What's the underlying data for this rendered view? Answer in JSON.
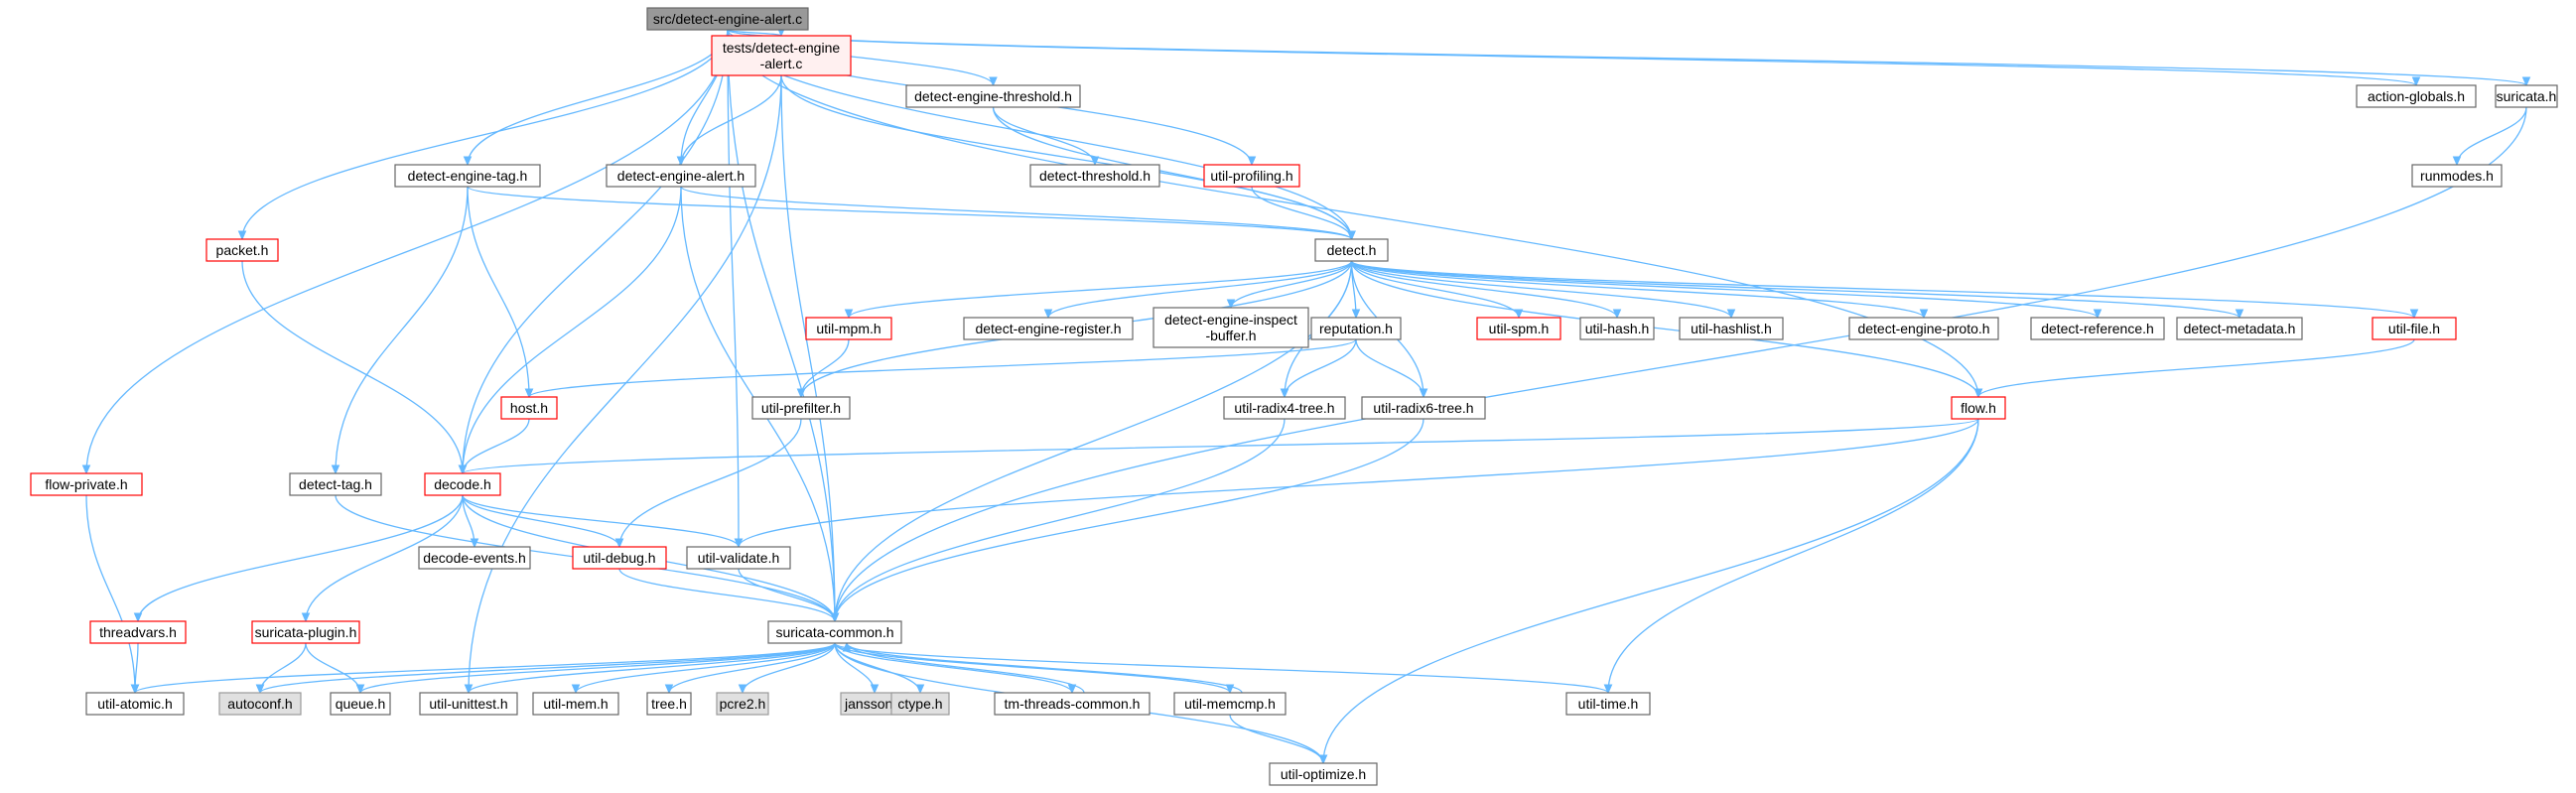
{
  "colors": {
    "edge": "#63b8ff",
    "root_fill": "#999999",
    "root_border": "#666666",
    "normal_fill": "#ffffff",
    "normal_border": "#666666",
    "red_border": "#ff0000",
    "red_fill": "#fff0f0",
    "external_fill": "#e0e0e0",
    "external_border": "#999999"
  },
  "graph": {
    "nodes": [
      {
        "id": "root",
        "lines": [
          "src/detect-engine-alert.c"
        ],
        "style": "root"
      },
      {
        "id": "tests_alert",
        "lines": [
          "tests/detect-engine",
          "-alert.c"
        ],
        "style": "red-fill"
      },
      {
        "id": "threshold_h",
        "lines": [
          "detect-engine-threshold.h"
        ],
        "style": "normal"
      },
      {
        "id": "action_globals",
        "lines": [
          "action-globals.h"
        ],
        "style": "normal"
      },
      {
        "id": "suricata_h",
        "lines": [
          "suricata.h"
        ],
        "style": "normal"
      },
      {
        "id": "detect_threshold",
        "lines": [
          "detect-threshold.h"
        ],
        "style": "normal"
      },
      {
        "id": "util_profiling",
        "lines": [
          "util-profiling.h"
        ],
        "style": "red"
      },
      {
        "id": "runmodes",
        "lines": [
          "runmodes.h"
        ],
        "style": "normal"
      },
      {
        "id": "tag_h",
        "lines": [
          "detect-engine-tag.h"
        ],
        "style": "normal"
      },
      {
        "id": "alert_h",
        "lines": [
          "detect-engine-alert.h"
        ],
        "style": "normal"
      },
      {
        "id": "packet_h",
        "lines": [
          "packet.h"
        ],
        "style": "red"
      },
      {
        "id": "detect_h",
        "lines": [
          "detect.h"
        ],
        "style": "normal"
      },
      {
        "id": "util_mpm",
        "lines": [
          "util-mpm.h"
        ],
        "style": "red"
      },
      {
        "id": "engine_register",
        "lines": [
          "detect-engine-register.h"
        ],
        "style": "normal"
      },
      {
        "id": "inspect_buffer",
        "lines": [
          "detect-engine-inspect",
          "-buffer.h"
        ],
        "style": "normal"
      },
      {
        "id": "reputation",
        "lines": [
          "reputation.h"
        ],
        "style": "normal"
      },
      {
        "id": "util_spm",
        "lines": [
          "util-spm.h"
        ],
        "style": "red"
      },
      {
        "id": "util_hash",
        "lines": [
          "util-hash.h"
        ],
        "style": "normal"
      },
      {
        "id": "util_hashlist",
        "lines": [
          "util-hashlist.h"
        ],
        "style": "normal"
      },
      {
        "id": "engine_proto",
        "lines": [
          "detect-engine-proto.h"
        ],
        "style": "normal"
      },
      {
        "id": "detect_reference",
        "lines": [
          "detect-reference.h"
        ],
        "style": "normal"
      },
      {
        "id": "detect_metadata",
        "lines": [
          "detect-metadata.h"
        ],
        "style": "normal"
      },
      {
        "id": "util_file",
        "lines": [
          "util-file.h"
        ],
        "style": "red"
      },
      {
        "id": "host_h",
        "lines": [
          "host.h"
        ],
        "style": "red"
      },
      {
        "id": "util_prefilter",
        "lines": [
          "util-prefilter.h"
        ],
        "style": "normal"
      },
      {
        "id": "radix4",
        "lines": [
          "util-radix4-tree.h"
        ],
        "style": "normal"
      },
      {
        "id": "radix6",
        "lines": [
          "util-radix6-tree.h"
        ],
        "style": "normal"
      },
      {
        "id": "flow_h",
        "lines": [
          "flow.h"
        ],
        "style": "red"
      },
      {
        "id": "flow_private",
        "lines": [
          "flow-private.h"
        ],
        "style": "red"
      },
      {
        "id": "detect_tag",
        "lines": [
          "detect-tag.h"
        ],
        "style": "normal"
      },
      {
        "id": "decode_h",
        "lines": [
          "decode.h"
        ],
        "style": "red"
      },
      {
        "id": "decode_events",
        "lines": [
          "decode-events.h"
        ],
        "style": "normal"
      },
      {
        "id": "util_debug",
        "lines": [
          "util-debug.h"
        ],
        "style": "red"
      },
      {
        "id": "util_validate",
        "lines": [
          "util-validate.h"
        ],
        "style": "normal"
      },
      {
        "id": "threadvars",
        "lines": [
          "threadvars.h"
        ],
        "style": "red"
      },
      {
        "id": "suricata_plugin",
        "lines": [
          "suricata-plugin.h"
        ],
        "style": "red"
      },
      {
        "id": "suricata_common",
        "lines": [
          "suricata-common.h"
        ],
        "style": "normal"
      },
      {
        "id": "util_atomic",
        "lines": [
          "util-atomic.h"
        ],
        "style": "normal"
      },
      {
        "id": "autoconf",
        "lines": [
          "autoconf.h"
        ],
        "style": "external"
      },
      {
        "id": "queue_h",
        "lines": [
          "queue.h"
        ],
        "style": "normal"
      },
      {
        "id": "util_unittest",
        "lines": [
          "util-unittest.h"
        ],
        "style": "normal"
      },
      {
        "id": "util_mem",
        "lines": [
          "util-mem.h"
        ],
        "style": "normal"
      },
      {
        "id": "tree_h",
        "lines": [
          "tree.h"
        ],
        "style": "normal"
      },
      {
        "id": "pcre2",
        "lines": [
          "pcre2.h"
        ],
        "style": "external"
      },
      {
        "id": "jansson",
        "lines": [
          "jansson.h"
        ],
        "style": "external"
      },
      {
        "id": "ctype",
        "lines": [
          "ctype.h"
        ],
        "style": "external"
      },
      {
        "id": "tm_threads",
        "lines": [
          "tm-threads-common.h"
        ],
        "style": "normal"
      },
      {
        "id": "util_memcmp",
        "lines": [
          "util-memcmp.h"
        ],
        "style": "normal"
      },
      {
        "id": "util_time",
        "lines": [
          "util-time.h"
        ],
        "style": "normal"
      },
      {
        "id": "util_optimize",
        "lines": [
          "util-optimize.h"
        ],
        "style": "normal"
      }
    ],
    "edges": [
      [
        "root",
        "tests_alert"
      ],
      [
        "root",
        "threshold_h"
      ],
      [
        "root",
        "action_globals"
      ],
      [
        "root",
        "suricata_h"
      ],
      [
        "root",
        "util_profiling"
      ],
      [
        "root",
        "tag_h"
      ],
      [
        "root",
        "alert_h"
      ],
      [
        "root",
        "packet_h"
      ],
      [
        "root",
        "detect_h"
      ],
      [
        "root",
        "flow_private"
      ],
      [
        "root",
        "decode_h"
      ],
      [
        "root",
        "util_validate"
      ],
      [
        "root",
        "suricata_common"
      ],
      [
        "root",
        "flow_h"
      ],
      [
        "tests_alert",
        "alert_h"
      ],
      [
        "tests_alert",
        "detect_h"
      ],
      [
        "tests_alert",
        "suricata_common"
      ],
      [
        "tests_alert",
        "util_unittest"
      ],
      [
        "threshold_h",
        "detect_threshold"
      ],
      [
        "threshold_h",
        "detect_h"
      ],
      [
        "suricata_h",
        "runmodes"
      ],
      [
        "suricata_h",
        "suricata_common"
      ],
      [
        "util_profiling",
        "detect_h"
      ],
      [
        "tag_h",
        "detect_h"
      ],
      [
        "tag_h",
        "host_h"
      ],
      [
        "tag_h",
        "detect_tag"
      ],
      [
        "alert_h",
        "detect_h"
      ],
      [
        "alert_h",
        "decode_h"
      ],
      [
        "alert_h",
        "suricata_common"
      ],
      [
        "packet_h",
        "decode_h"
      ],
      [
        "detect_h",
        "util_mpm"
      ],
      [
        "detect_h",
        "engine_register"
      ],
      [
        "detect_h",
        "inspect_buffer"
      ],
      [
        "detect_h",
        "reputation"
      ],
      [
        "detect_h",
        "util_spm"
      ],
      [
        "detect_h",
        "util_hash"
      ],
      [
        "detect_h",
        "util_hashlist"
      ],
      [
        "detect_h",
        "engine_proto"
      ],
      [
        "detect_h",
        "detect_reference"
      ],
      [
        "detect_h",
        "detect_metadata"
      ],
      [
        "detect_h",
        "util_file"
      ],
      [
        "detect_h",
        "util_prefilter"
      ],
      [
        "detect_h",
        "radix4"
      ],
      [
        "detect_h",
        "radix6"
      ],
      [
        "detect_h",
        "flow_h"
      ],
      [
        "detect_h",
        "suricata_common"
      ],
      [
        "util_mpm",
        "util_prefilter"
      ],
      [
        "reputation",
        "host_h"
      ],
      [
        "reputation",
        "radix4"
      ],
      [
        "reputation",
        "radix6"
      ],
      [
        "util_file",
        "flow_h"
      ],
      [
        "host_h",
        "decode_h"
      ],
      [
        "util_prefilter",
        "util_debug"
      ],
      [
        "radix4",
        "suricata_common"
      ],
      [
        "radix6",
        "suricata_common"
      ],
      [
        "flow_h",
        "decode_h"
      ],
      [
        "flow_h",
        "util_validate"
      ],
      [
        "flow_h",
        "util_time"
      ],
      [
        "flow_h",
        "util_optimize"
      ],
      [
        "flow_private",
        "util_atomic"
      ],
      [
        "detect_tag",
        "suricata_common"
      ],
      [
        "decode_h",
        "decode_events"
      ],
      [
        "decode_h",
        "util_debug"
      ],
      [
        "decode_h",
        "util_validate"
      ],
      [
        "decode_h",
        "threadvars"
      ],
      [
        "decode_h",
        "suricata_plugin"
      ],
      [
        "decode_h",
        "suricata_common"
      ],
      [
        "util_debug",
        "suricata_common"
      ],
      [
        "util_validate",
        "suricata_common"
      ],
      [
        "threadvars",
        "util_atomic"
      ],
      [
        "suricata_plugin",
        "autoconf"
      ],
      [
        "suricata_plugin",
        "queue_h"
      ],
      [
        "suricata_common",
        "util_atomic"
      ],
      [
        "suricata_common",
        "autoconf"
      ],
      [
        "suricata_common",
        "queue_h"
      ],
      [
        "suricata_common",
        "util_unittest"
      ],
      [
        "suricata_common",
        "util_mem"
      ],
      [
        "suricata_common",
        "tree_h"
      ],
      [
        "suricata_common",
        "pcre2"
      ],
      [
        "suricata_common",
        "jansson"
      ],
      [
        "suricata_common",
        "ctype"
      ],
      [
        "suricata_common",
        "tm_threads"
      ],
      [
        "suricata_common",
        "util_memcmp"
      ],
      [
        "suricata_common",
        "util_time"
      ],
      [
        "suricata_common",
        "util_optimize"
      ],
      [
        "tm_threads",
        "suricata_common"
      ],
      [
        "util_memcmp",
        "suricata_common"
      ],
      [
        "util_memcmp",
        "util_optimize"
      ]
    ]
  }
}
